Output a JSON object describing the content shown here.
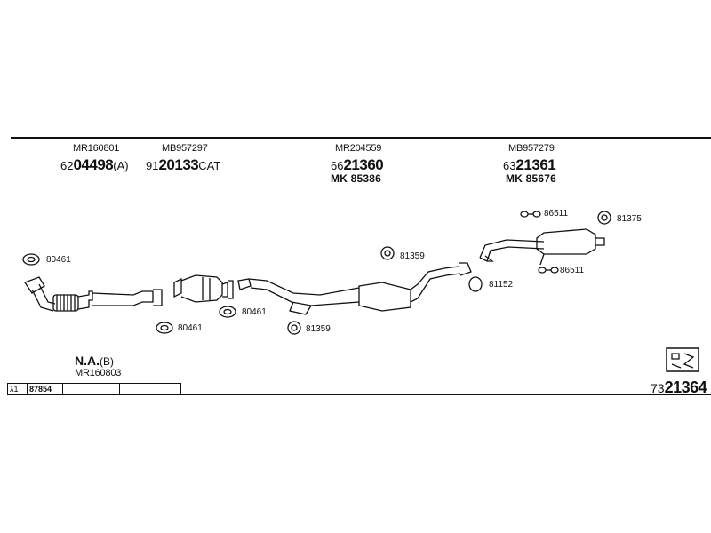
{
  "top_parts": [
    {
      "ref": "MR160801",
      "prefix": "62",
      "number": "04498",
      "suffix": "(A)",
      "mk": ""
    },
    {
      "ref": "MB957297",
      "prefix": "91",
      "number": "20133",
      "suffix": "CAT",
      "mk": ""
    },
    {
      "ref": "MR204559",
      "prefix": "66",
      "number": "21360",
      "suffix": "",
      "mk": "MK 85386"
    },
    {
      "ref": "MB957279",
      "prefix": "63",
      "number": "21361",
      "suffix": "",
      "mk": "MK 85676"
    }
  ],
  "labels": {
    "l80461a": "80461",
    "l80461b": "80461",
    "l80461c": "80461",
    "l81359a": "81359",
    "l81359b": "81359",
    "l81152": "81152",
    "l86511a": "86511",
    "l86511b": "86511",
    "l81375": "81375"
  },
  "bottom": {
    "na_title": "N.A.",
    "na_suffix": "(B)",
    "na_ref": "MR160803",
    "table": [
      "λ1",
      "87854",
      "",
      ""
    ],
    "code_prefix": "73",
    "code_number": "21364"
  }
}
